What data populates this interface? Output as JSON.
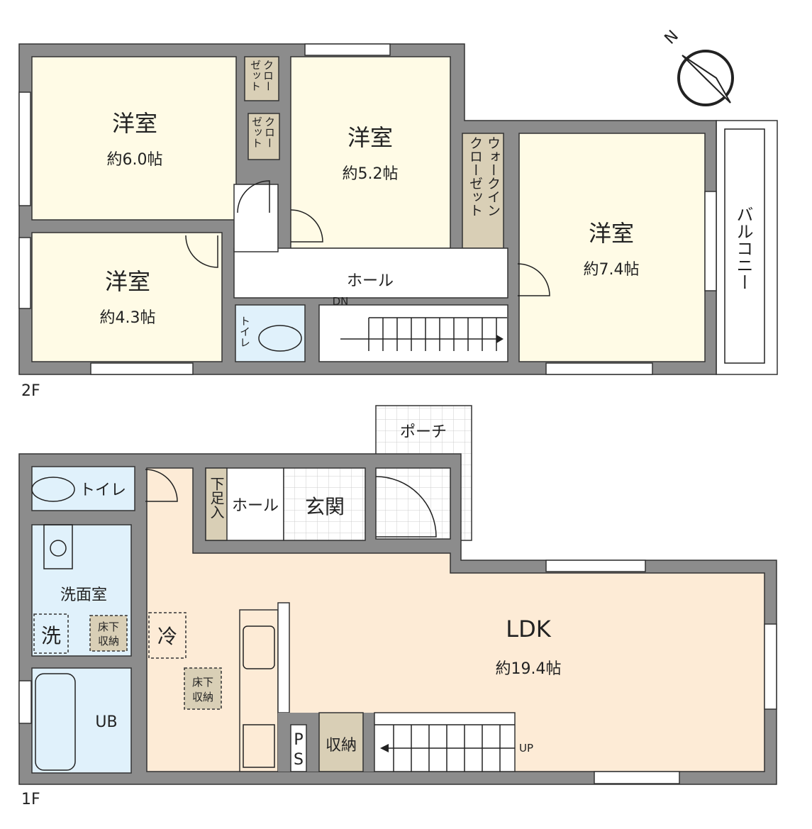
{
  "floors": {
    "second": {
      "label": "2F",
      "rooms": [
        {
          "name": "洋室",
          "size": "約6.0帖"
        },
        {
          "name": "洋室",
          "size": "約4.3帖"
        },
        {
          "name": "洋室",
          "size": "約5.2帖"
        },
        {
          "name": "洋室",
          "size": "約7.4帖"
        }
      ],
      "closet_lines": [
        "クロー",
        "ゼット"
      ],
      "walk_in_closet_lines": [
        "ウォークイン",
        "クローゼット"
      ],
      "hall": "ホール",
      "stairs_label": "DN",
      "toilet": "トイレ",
      "balcony": "バルコニー"
    },
    "first": {
      "label": "1F",
      "toilet": "トイレ",
      "washroom": "洗面室",
      "washer": "洗",
      "underfloor_lines": [
        "床下",
        "収納"
      ],
      "bath": "UB",
      "fridge": "冷",
      "shoe_storage": "下足入",
      "hall": "ホール",
      "entrance": "玄関",
      "porch": "ポーチ",
      "ldk": {
        "name": "LDK",
        "size": "約19.4帖"
      },
      "ps_lines": [
        "P",
        "S"
      ],
      "storage": "収納",
      "stairs_label": "UP"
    }
  },
  "compass": {
    "north": "N"
  },
  "colors": {
    "wall": "#8c8c8c",
    "room": "#fffbe6",
    "ldk": "#fdebd6",
    "wet": "#e0f1fb",
    "closet": "#d9cfb6"
  }
}
